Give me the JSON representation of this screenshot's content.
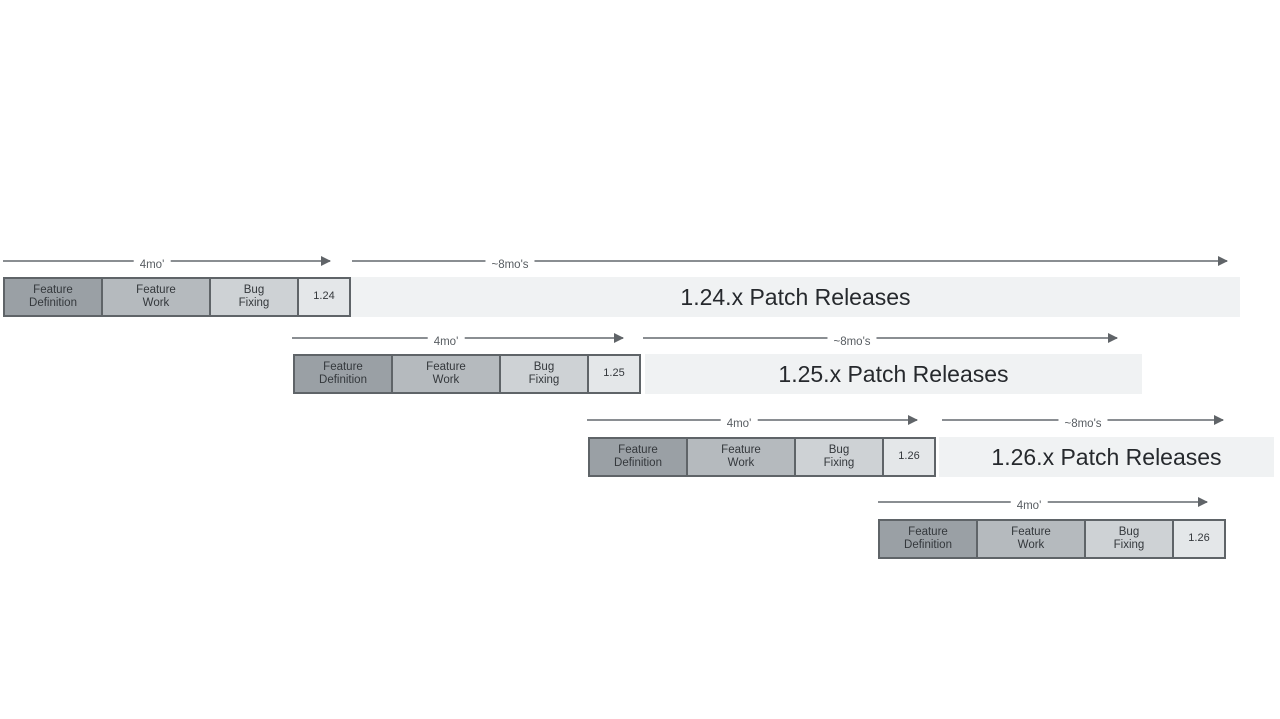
{
  "colors": {
    "phase_feature_definition": "#9aa0a5",
    "phase_feature_work": "#b5babe",
    "phase_bug_fixing": "#ced2d5",
    "version_box": "#e4e7e9",
    "patch_bar": "#f0f2f3",
    "box_border": "#5f6468",
    "box_text": "#34383c",
    "patch_text": "#26292d",
    "arrow": "#8a8e92",
    "arrowhead": "#606468",
    "duration_text": "#585d62"
  },
  "rows": [
    {
      "version": "1.24",
      "dev_duration_label": "4mo'",
      "patch_duration_label": "~8mo's",
      "patch_bar_label": "1.24.x Patch Releases",
      "phases": [
        "Feature\nDefinition",
        "Feature\nWork",
        "Bug\nFixing"
      ]
    },
    {
      "version": "1.25",
      "dev_duration_label": "4mo'",
      "patch_duration_label": "~8mo's",
      "patch_bar_label": "1.25.x Patch Releases",
      "phases": [
        "Feature\nDefinition",
        "Feature\nWork",
        "Bug\nFixing"
      ]
    },
    {
      "version": "1.26",
      "dev_duration_label": "4mo'",
      "patch_duration_label": "~8mo's",
      "patch_bar_label": "1.26.x Patch Releases",
      "phases": [
        "Feature\nDefinition",
        "Feature\nWork",
        "Bug\nFixing"
      ]
    },
    {
      "version": "1.26",
      "dev_duration_label": "4mo'",
      "phases": [
        "Feature\nDefinition",
        "Feature\nWork",
        "Bug\nFixing"
      ]
    }
  ]
}
